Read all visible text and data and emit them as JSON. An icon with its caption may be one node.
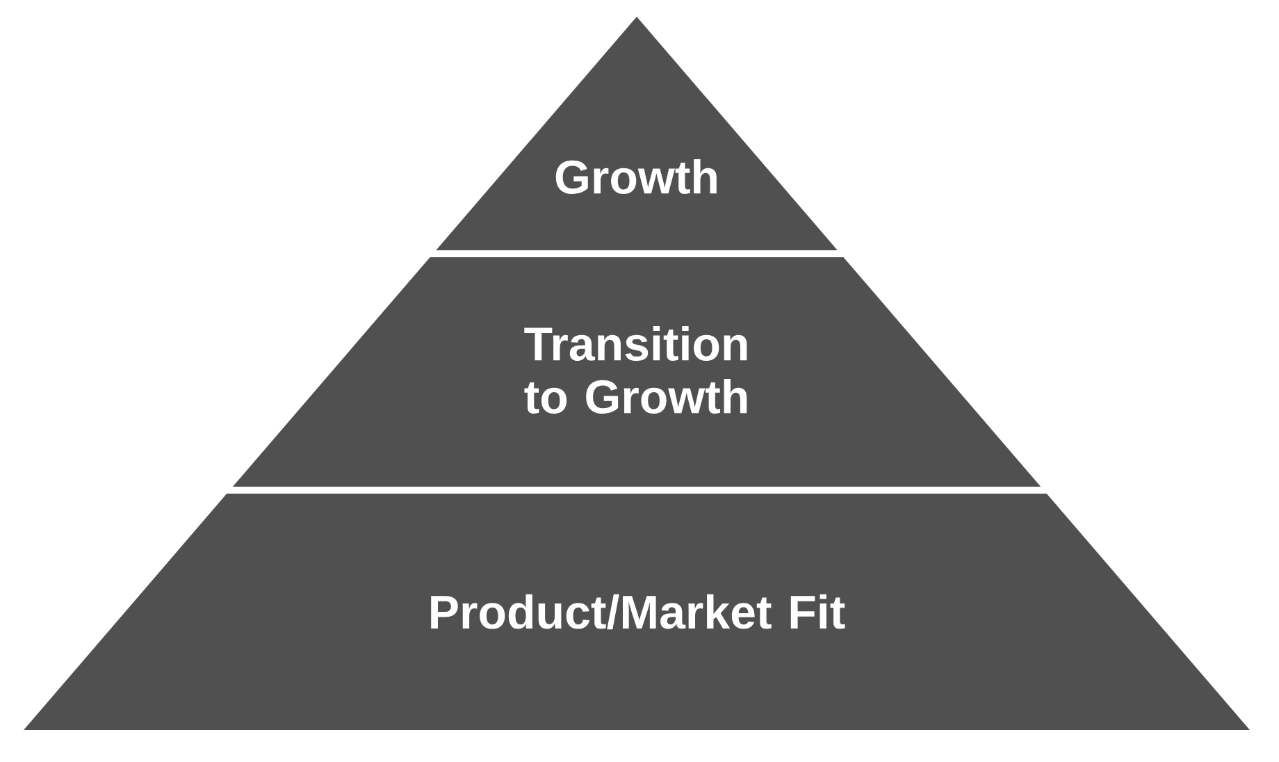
{
  "diagram": {
    "nodes": [
      {
        "text": [
          "Growth"
        ]
      },
      {
        "text": [
          "Transition to Growth"
        ]
      },
      {
        "text": [
          "Product/Market Fit"
        ]
      }
    ]
  }
}
